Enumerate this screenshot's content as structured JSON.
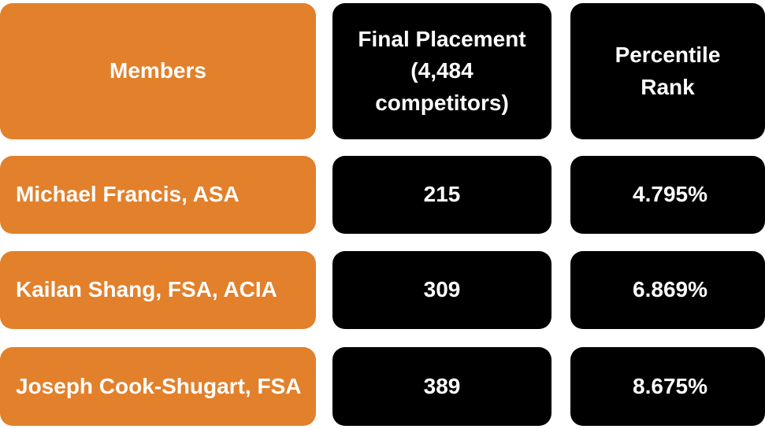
{
  "header": {
    "members": "Members",
    "final_placement": "Final Placement\n(4,484\ncompetitors)",
    "percentile_rank": "Percentile\nRank"
  },
  "rows": [
    {
      "member": "Michael Francis, ASA",
      "placement": "215",
      "percentile": "4.795%"
    },
    {
      "member": "Kailan Shang, FSA, ACIA",
      "placement": "309",
      "percentile": "6.869%"
    },
    {
      "member": "Joseph Cook-Shugart, FSA",
      "placement": "389",
      "percentile": "8.675%"
    }
  ],
  "colors": {
    "orange": "#E2802B",
    "black": "#000000",
    "text": "#FFFFFF"
  }
}
